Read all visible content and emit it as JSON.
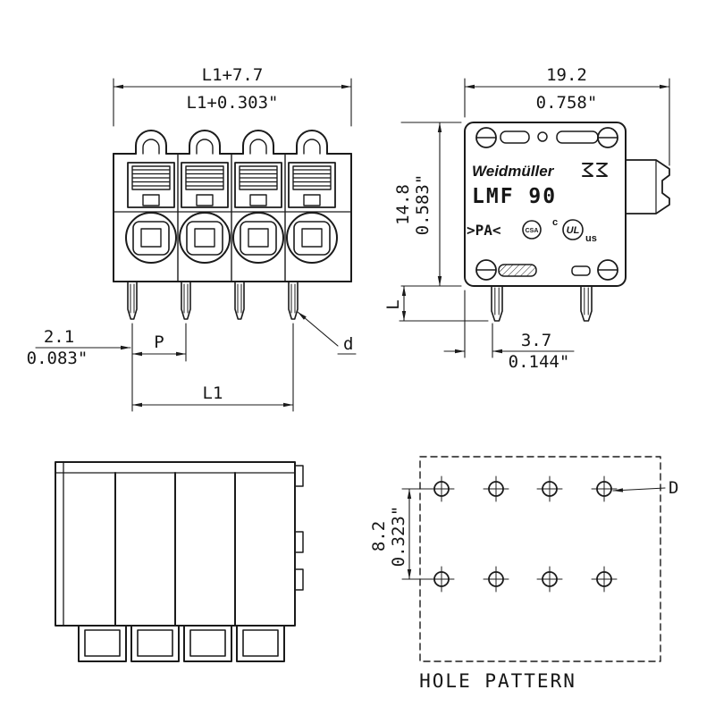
{
  "drawing": {
    "front_view": {
      "dim_width_mm": "L1+7.7",
      "dim_width_in": "L1+0.303\"",
      "dim_edge_offset_mm": "2.1",
      "dim_edge_offset_in": "0.083\"",
      "pitch_label": "P",
      "pin_label": "d",
      "length_label": "L1"
    },
    "side_view": {
      "dim_width_mm": "19.2",
      "dim_width_in": "0.758\"",
      "dim_height_mm": "14.8",
      "dim_height_in": "0.583\"",
      "pin_length_label": "L",
      "dim_pin_offset_mm": "3.7",
      "dim_pin_offset_in": "0.144\"",
      "brand": "Weidmüller",
      "model": "LMF 90",
      "material": ">PA<",
      "csa_label": "CSA",
      "ul_c": "c",
      "ul_label": "UL",
      "ul_us": "us"
    },
    "hole_pattern": {
      "dim_spacing_mm": "8.2",
      "dim_spacing_in": "0.323\"",
      "hole_label": "D",
      "caption": "HOLE PATTERN"
    }
  }
}
